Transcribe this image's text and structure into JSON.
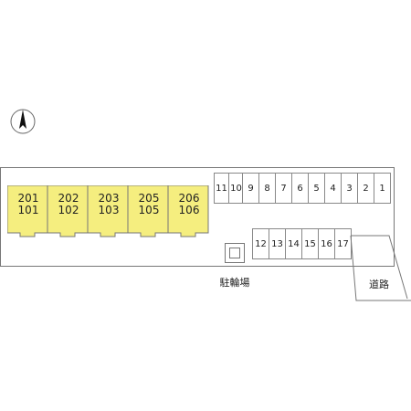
{
  "units": [
    {
      "upper": "201",
      "lower": "101"
    },
    {
      "upper": "202",
      "lower": "102"
    },
    {
      "upper": "203",
      "lower": "103"
    },
    {
      "upper": "205",
      "lower": "105"
    },
    {
      "upper": "206",
      "lower": "106"
    }
  ],
  "parking_top": [
    "11",
    "10",
    "9",
    "8",
    "7",
    "6",
    "5",
    "4",
    "3",
    "2",
    "1"
  ],
  "parking_bottom": [
    "12",
    "13",
    "14",
    "15",
    "16",
    "17"
  ],
  "bicycle_parking_label": "駐輪場",
  "road_label": "道路",
  "compass_icon": "north-arrow-icon",
  "colors": {
    "unit_fill": "#f5ee7f",
    "outline": "#777777"
  }
}
